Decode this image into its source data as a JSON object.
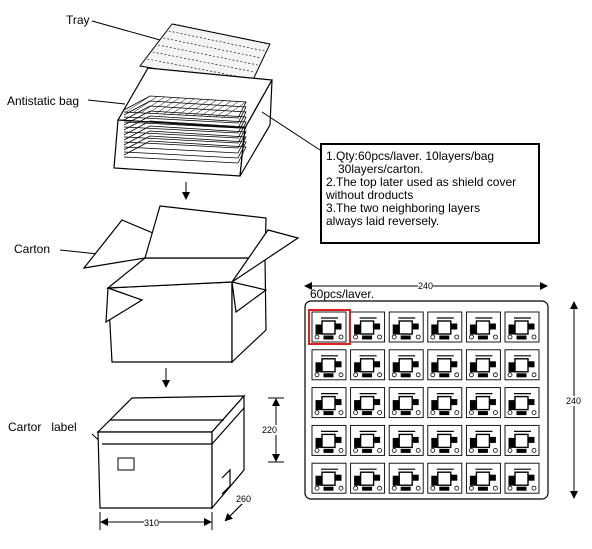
{
  "labels": {
    "tray": "Tray",
    "antistatic_bag": "Antistatic bag",
    "carton": "Carton",
    "carton_label": "Cartor   label"
  },
  "notes": [
    "1.Qty:60pcs/laver. 10layers/bag",
    "30layers/carton.",
    "2.The top later used as shield cover",
    "without droducts",
    "3.The two neighboring layers",
    "always laid reversely."
  ],
  "tray_layout": {
    "title": "60pcs/laver.",
    "width_label": "240",
    "height_label": "240",
    "rows": 5,
    "cols": 6
  },
  "carton_dims": {
    "height": "220",
    "depth": "260",
    "width": "310"
  },
  "colors": {
    "line": "#000000",
    "highlight": "#e02020"
  }
}
